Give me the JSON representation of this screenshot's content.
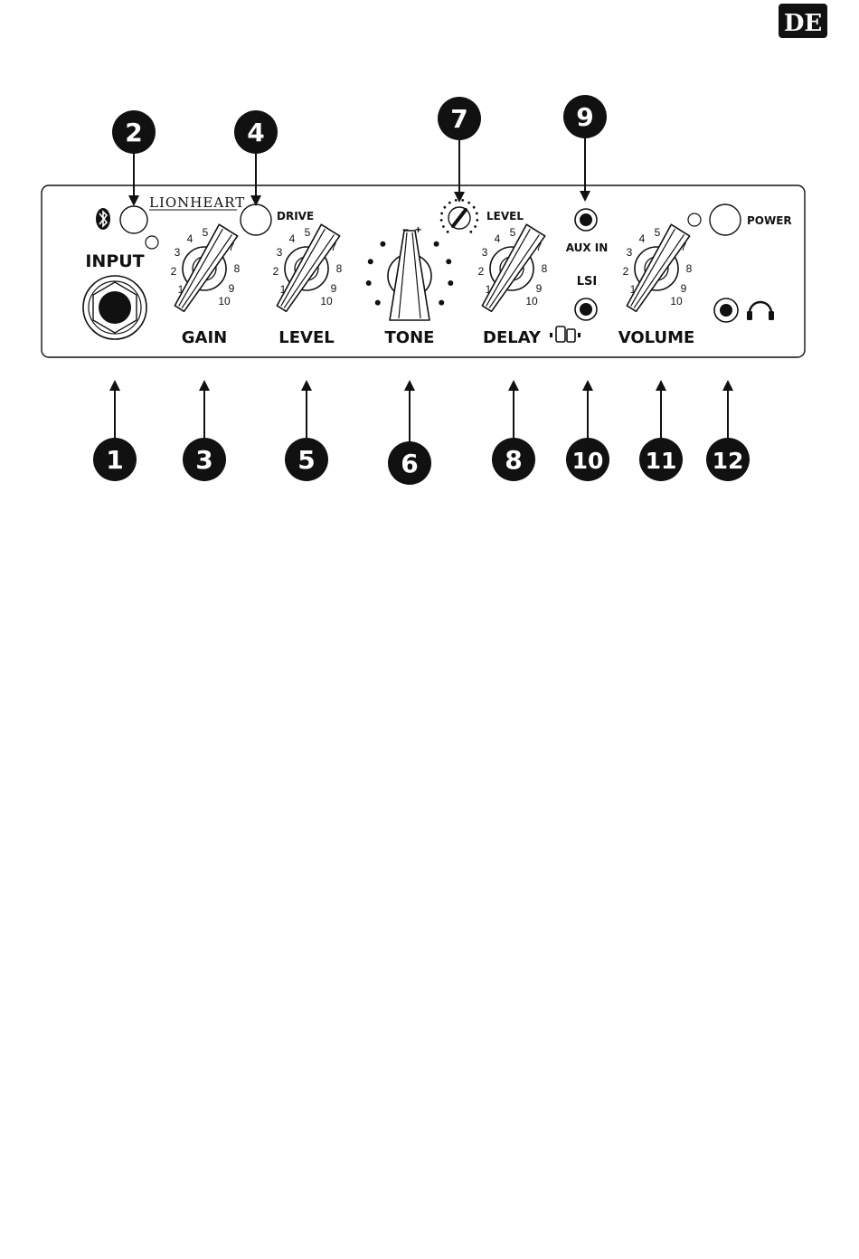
{
  "language_badge": "DE",
  "brand": "LIONHEART",
  "panel": {
    "input_label": "INPUT",
    "knob_labels": {
      "gain": "GAIN",
      "level": "LEVEL",
      "tone": "TONE",
      "delay": "DELAY",
      "volume": "VOLUME"
    },
    "drive_label": "DRIVE",
    "delay_level_label": "LEVEL",
    "aux_in_label": "AUX IN",
    "lsi_label": "LSI",
    "power_label": "POWER",
    "scale": [
      "1",
      "2",
      "3",
      "4",
      "5",
      "6",
      "7",
      "8",
      "9",
      "10"
    ],
    "tone_marks": [
      "−",
      "+"
    ]
  },
  "callouts": [
    "1",
    "2",
    "3",
    "4",
    "5",
    "6",
    "7",
    "8",
    "9",
    "10",
    "11",
    "12"
  ],
  "icons": [
    "bluetooth-icon",
    "phone-link-icon",
    "headphones-icon"
  ],
  "colors": {
    "ink": "#111111",
    "background": "#ffffff"
  }
}
